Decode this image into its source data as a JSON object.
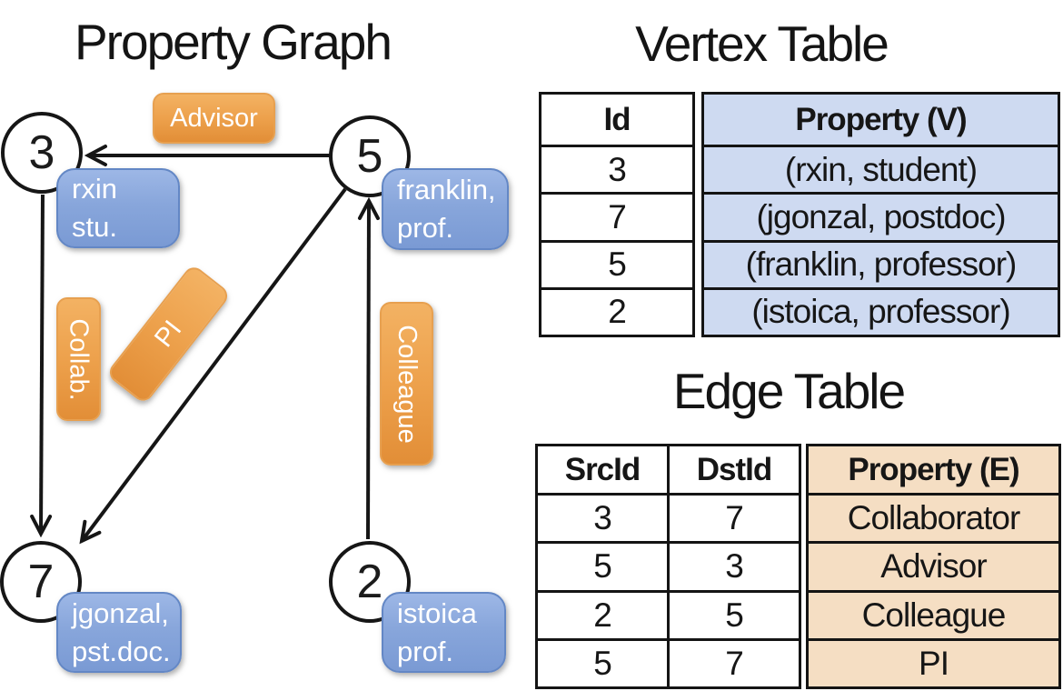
{
  "graph": {
    "title": "Property Graph",
    "nodes": {
      "n3": {
        "id": "3",
        "line1": "rxin",
        "line2": "stu."
      },
      "n5": {
        "id": "5",
        "line1": "franklin,",
        "line2": "prof."
      },
      "n7": {
        "id": "7",
        "line1": "jgonzal,",
        "line2": "pst.doc."
      },
      "n2": {
        "id": "2",
        "line1": "istoica",
        "line2": "prof."
      }
    },
    "edges": [
      {
        "from": "5",
        "to": "3",
        "label": "Advisor"
      },
      {
        "from": "3",
        "to": "7",
        "label": "Collab."
      },
      {
        "from": "5",
        "to": "7",
        "label": "PI"
      },
      {
        "from": "2",
        "to": "5",
        "label": "Colleague"
      }
    ],
    "edge_labels": {
      "advisor": "Advisor",
      "collab": "Collab.",
      "pi": "PI",
      "colleague": "Colleague"
    }
  },
  "vertex_table": {
    "title": "Vertex Table",
    "columns": {
      "id": "Id",
      "property": "Property (V)"
    },
    "rows": [
      {
        "id": "3",
        "property": "(rxin, student)"
      },
      {
        "id": "7",
        "property": "(jgonzal, postdoc)"
      },
      {
        "id": "5",
        "property": "(franklin, professor)"
      },
      {
        "id": "2",
        "property": "(istoica, professor)"
      }
    ]
  },
  "edge_table": {
    "title": "Edge Table",
    "columns": {
      "src": "SrcId",
      "dst": "DstId",
      "property": "Property (E)"
    },
    "rows": [
      {
        "src": "3",
        "dst": "7",
        "property": "Collaborator"
      },
      {
        "src": "5",
        "dst": "3",
        "property": "Advisor"
      },
      {
        "src": "2",
        "dst": "5",
        "property": "Colleague"
      },
      {
        "src": "5",
        "dst": "7",
        "property": "PI"
      }
    ]
  },
  "colors": {
    "vertex_property_fill": "#CEDAF1",
    "edge_property_fill": "#F5DEC3",
    "node_card_blue": "#88A6DB",
    "edge_pill_orange": "#EDA14C",
    "line_and_border": "#161616"
  }
}
